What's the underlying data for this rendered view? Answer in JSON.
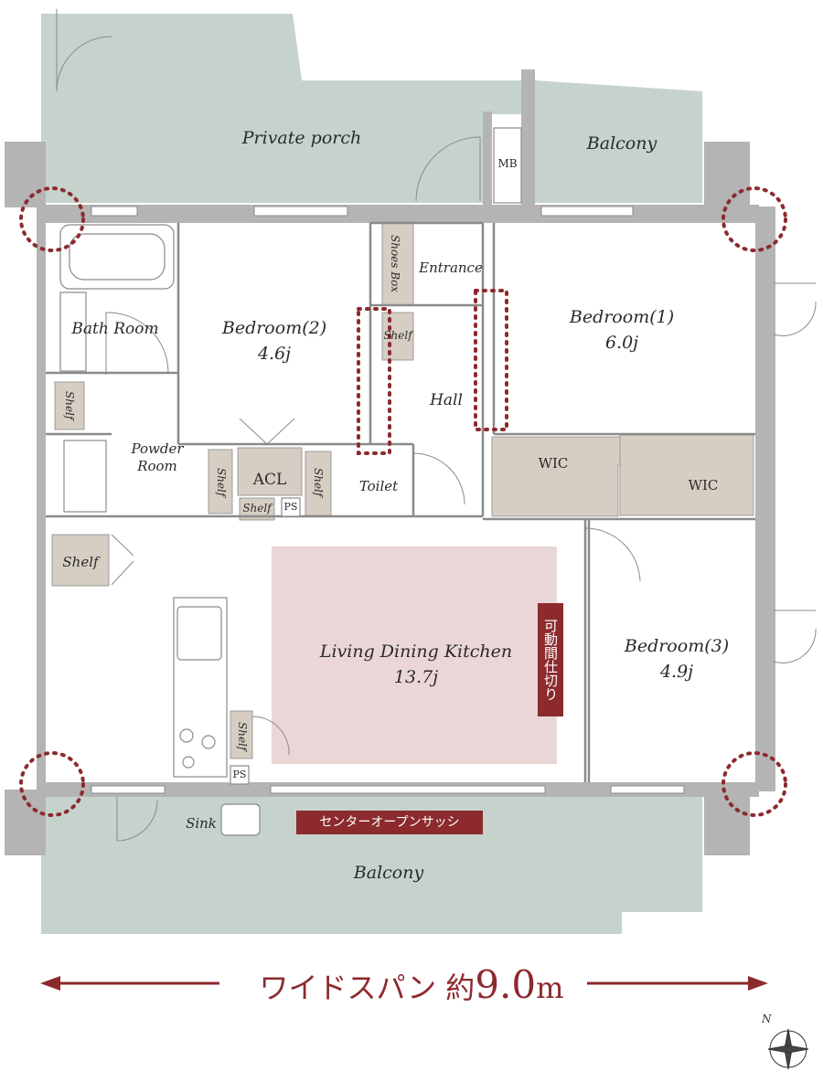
{
  "rooms": {
    "private_porch": "Private porch",
    "balcony_top": "Balcony",
    "mb": "MB",
    "shoes_box": "Shoes Box",
    "entrance": "Entrance",
    "bedroom1_name": "Bedroom(1)",
    "bedroom1_size": "6.0j",
    "bedroom2_name": "Bedroom(2)",
    "bedroom2_size": "4.6j",
    "bath_room": "Bath Room",
    "hall": "Hall",
    "powder_room": "Powder\nRoom",
    "acl": "ACL",
    "toilet": "Toilet",
    "wic1": "WIC",
    "wic2": "WIC",
    "ps1": "PS",
    "ps2": "PS",
    "ldk_name": "Living Dining Kitchen",
    "ldk_size": "13.7j",
    "bedroom3_name": "Bedroom(3)",
    "bedroom3_size": "4.9j",
    "sink": "Sink",
    "balcony_bottom": "Balcony"
  },
  "shelves": {
    "shelf_hall": "Shelf",
    "shelf_bath": "Shelf",
    "shelf_powder": "Shelf",
    "shelf_acl": "Shelf",
    "shelf_toilet": "Shelf",
    "shelf_ldk": "Shelf",
    "shelf_kitchen": "Shelf"
  },
  "badges": {
    "movable_partition": "可動間仕切り",
    "center_open_sash": "センターオープンサッシ"
  },
  "dimension": {
    "prefix": "ワイドスパン 約",
    "value": "9.0",
    "unit": "m"
  },
  "compass": {
    "north": "N"
  },
  "colors": {
    "outdoor": "#c5d3cc",
    "storage": "#d7cec3",
    "ldk_tint": "#ead6d6",
    "wall": "#b4b4b4",
    "accent": "#8c2a2e"
  }
}
